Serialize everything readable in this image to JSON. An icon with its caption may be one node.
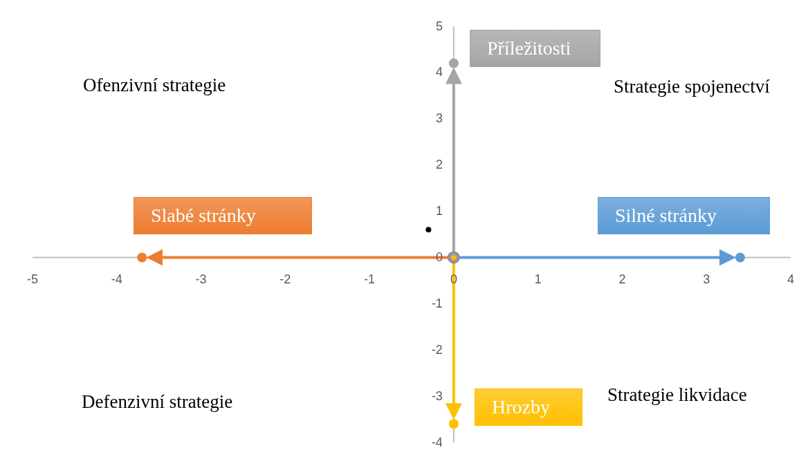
{
  "diagram": {
    "labels": [
      "Ofenzivní strategie",
      "Strategie spojenectví",
      "Defenzivní strategie",
      "Strategie likvidace"
    ],
    "chart_data": {
      "type": "scatter",
      "xlim": [
        -5,
        4
      ],
      "ylim": [
        -4,
        5
      ],
      "xticks": [
        -5,
        -4,
        -3,
        -2,
        -1,
        0,
        1,
        2,
        3,
        4
      ],
      "yticks": [
        -4,
        -3,
        -2,
        -1,
        0,
        1,
        2,
        3,
        4,
        5
      ],
      "series": [
        {
          "name": "Silné stránky",
          "color": "#5b9bd5",
          "x": [
            0,
            3.4
          ],
          "values": [
            0,
            0
          ]
        },
        {
          "name": "Slabé stránky",
          "color": "#ed7d31",
          "x": [
            0,
            -3.7
          ],
          "values": [
            0,
            0
          ]
        },
        {
          "name": "Příležitosti",
          "color": "#a5a5a5",
          "x": [
            0,
            0
          ],
          "values": [
            0,
            4.2
          ]
        },
        {
          "name": "Hrozby",
          "color": "#ffc000",
          "x": [
            0,
            0
          ],
          "values": [
            0,
            -3.6
          ]
        },
        {
          "color": "#000000",
          "x": [
            -0.3
          ],
          "values": [
            0.6
          ]
        }
      ]
    }
  }
}
